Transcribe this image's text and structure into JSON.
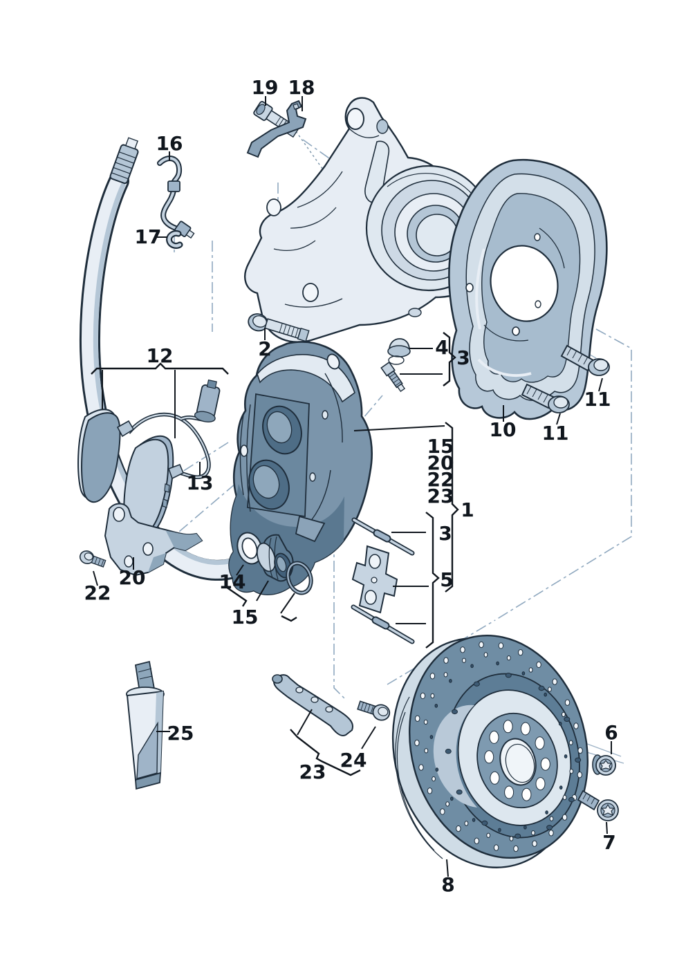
{
  "figure": {
    "kind": "exploded-parts-diagram",
    "subject": "front disc brake assembly with caliper, splash shield and vented brake disc"
  },
  "colors": {
    "outline": "#1e2d3b",
    "background": "#ffffff",
    "part_light": "#e8eef5",
    "part_light2": "#d6e1eb",
    "part_mid": "#b4c6d6",
    "part_mid2": "#93abc0",
    "part_dark": "#6e8ca3",
    "part_dark2": "#50708a",
    "disc_face": "#6f8da4",
    "construction_line": "#8fa8bf",
    "callout_text": "#10161d"
  },
  "callouts": [
    {
      "part": "socket-head-bolt",
      "label": "19"
    },
    {
      "part": "retaining-bracket",
      "label": "18"
    },
    {
      "part": "brake-pipe",
      "label": "16"
    },
    {
      "part": "pipe-clip",
      "label": "17"
    },
    {
      "part": "caliper-bolt",
      "label": "2"
    },
    {
      "part": "dust-cap",
      "label": "4"
    },
    {
      "part": "cap-and-bleeder-group",
      "label": "3"
    },
    {
      "part": "splash-shield",
      "label": "10"
    },
    {
      "part": "shield-bolt-upper",
      "label": "11"
    },
    {
      "part": "shield-bolt-lower",
      "label": "11"
    },
    {
      "part": "brake-pad-set",
      "label": "12"
    },
    {
      "part": "wear-indicator-sensor",
      "label": "13"
    },
    {
      "part": "kit-item-15",
      "label": "15"
    },
    {
      "part": "kit-item-20",
      "label": "20"
    },
    {
      "part": "kit-item-22",
      "label": "22"
    },
    {
      "part": "kit-item-23",
      "label": "23"
    },
    {
      "part": "caliper-assembly",
      "label": "1"
    },
    {
      "part": "guide-pin-group",
      "label": "3"
    },
    {
      "part": "spring-and-pins-group",
      "label": "5"
    },
    {
      "part": "sensor-bracket",
      "label": "20"
    },
    {
      "part": "bracket-bolt",
      "label": "22"
    },
    {
      "part": "piston-seal-ring",
      "label": "14"
    },
    {
      "part": "piston-repair-kit",
      "label": "15"
    },
    {
      "part": "grease-tube",
      "label": "25"
    },
    {
      "part": "pad-retaining-spring",
      "label": "23"
    },
    {
      "part": "retaining-screw",
      "label": "24"
    },
    {
      "part": "disc-set-screw",
      "label": "6"
    },
    {
      "part": "disc-screw-long",
      "label": "7"
    },
    {
      "part": "brake-disc",
      "label": "8"
    }
  ]
}
